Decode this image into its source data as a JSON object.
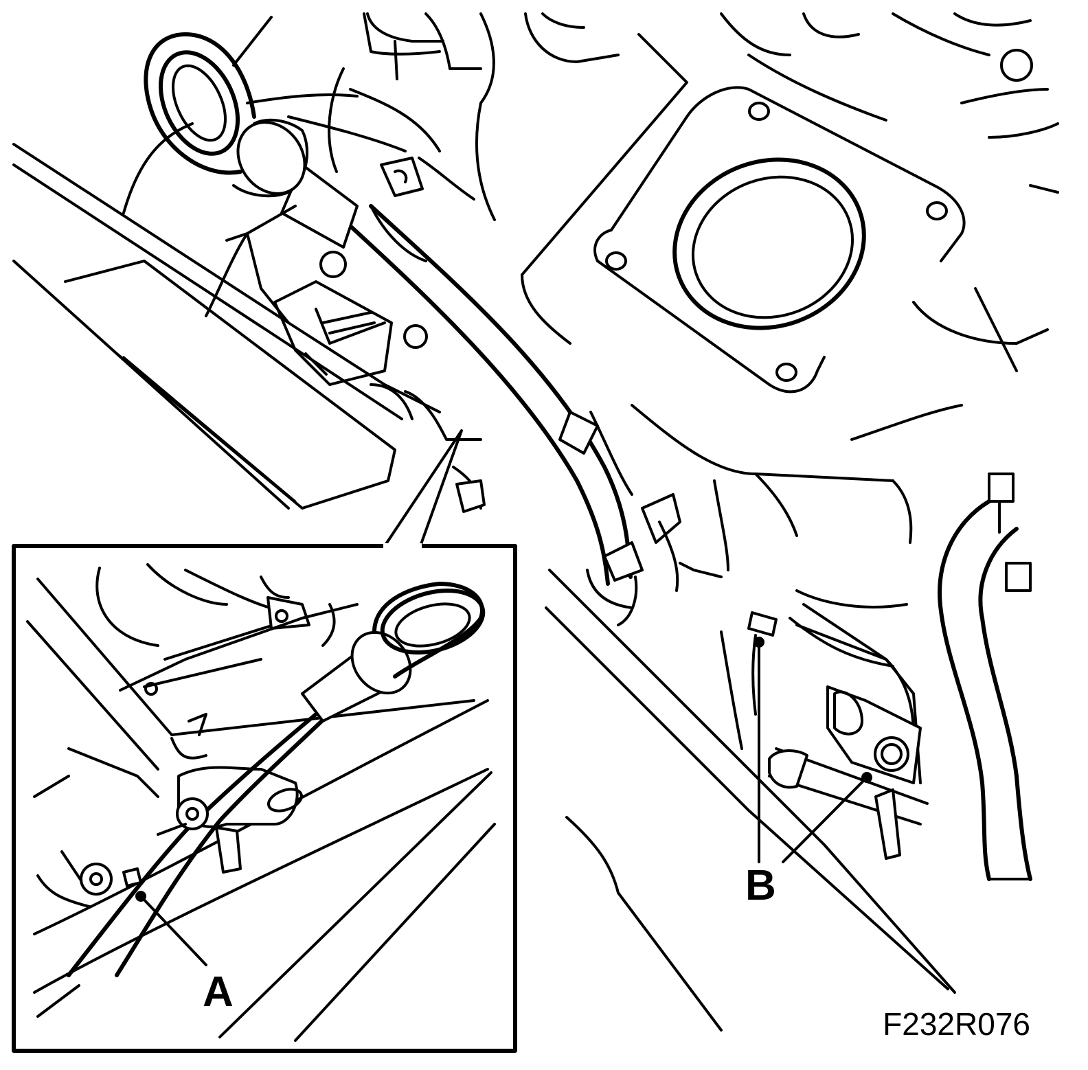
{
  "figure": {
    "code": "F232R076"
  },
  "callouts": {
    "a": {
      "label": "A"
    },
    "b": {
      "label": "B"
    }
  },
  "colors": {
    "line": "#000000",
    "background": "#ffffff"
  }
}
